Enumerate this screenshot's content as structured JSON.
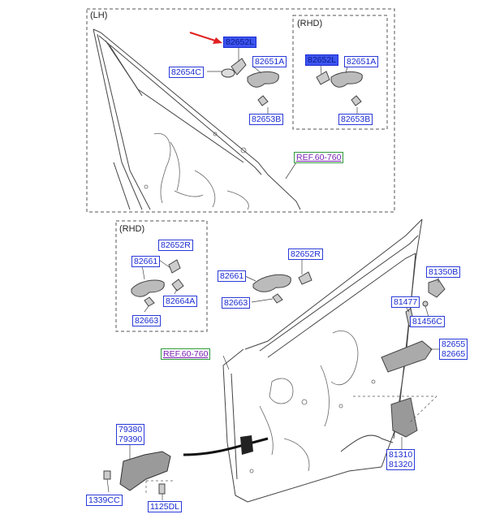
{
  "panels": {
    "lh_title": "(LH)",
    "rhd_title_top": "(RHD)",
    "rhd_title_bottom": "(RHD)"
  },
  "labels": {
    "p82652L_main": "82652L",
    "p82654C": "82654C",
    "p82651A_main": "82651A",
    "p82653B_main": "82653B",
    "ref_top": "REF.60-760",
    "p82652L_rhd": "82652L",
    "p82651A_rhd": "82651A",
    "p82653B_rhd": "82653B",
    "p82652R_rhd": "82652R",
    "p82661_rhd": "82661",
    "p82664A": "82664A",
    "p82663_rhd": "82663",
    "p82652R_main": "82652R",
    "p82661_main": "82661",
    "p82663_main": "82663",
    "ref_bottom": "REF.60-760",
    "p81350B": "81350B",
    "p81477": "81477",
    "p81456C": "81456C",
    "p82655": "82655",
    "p82665": "82665",
    "p79380": "79380",
    "p79390": "79390",
    "p81310": "81310",
    "p81320": "81320",
    "p1339CC": "1339CC",
    "p1125DL": "1125DL"
  },
  "colors": {
    "label_border": "#2a3ad8",
    "highlight": "#3d55f0",
    "ref_border": "#2e9a3a",
    "ref_text": "#7a1fb0",
    "arrow": "#e02020"
  }
}
